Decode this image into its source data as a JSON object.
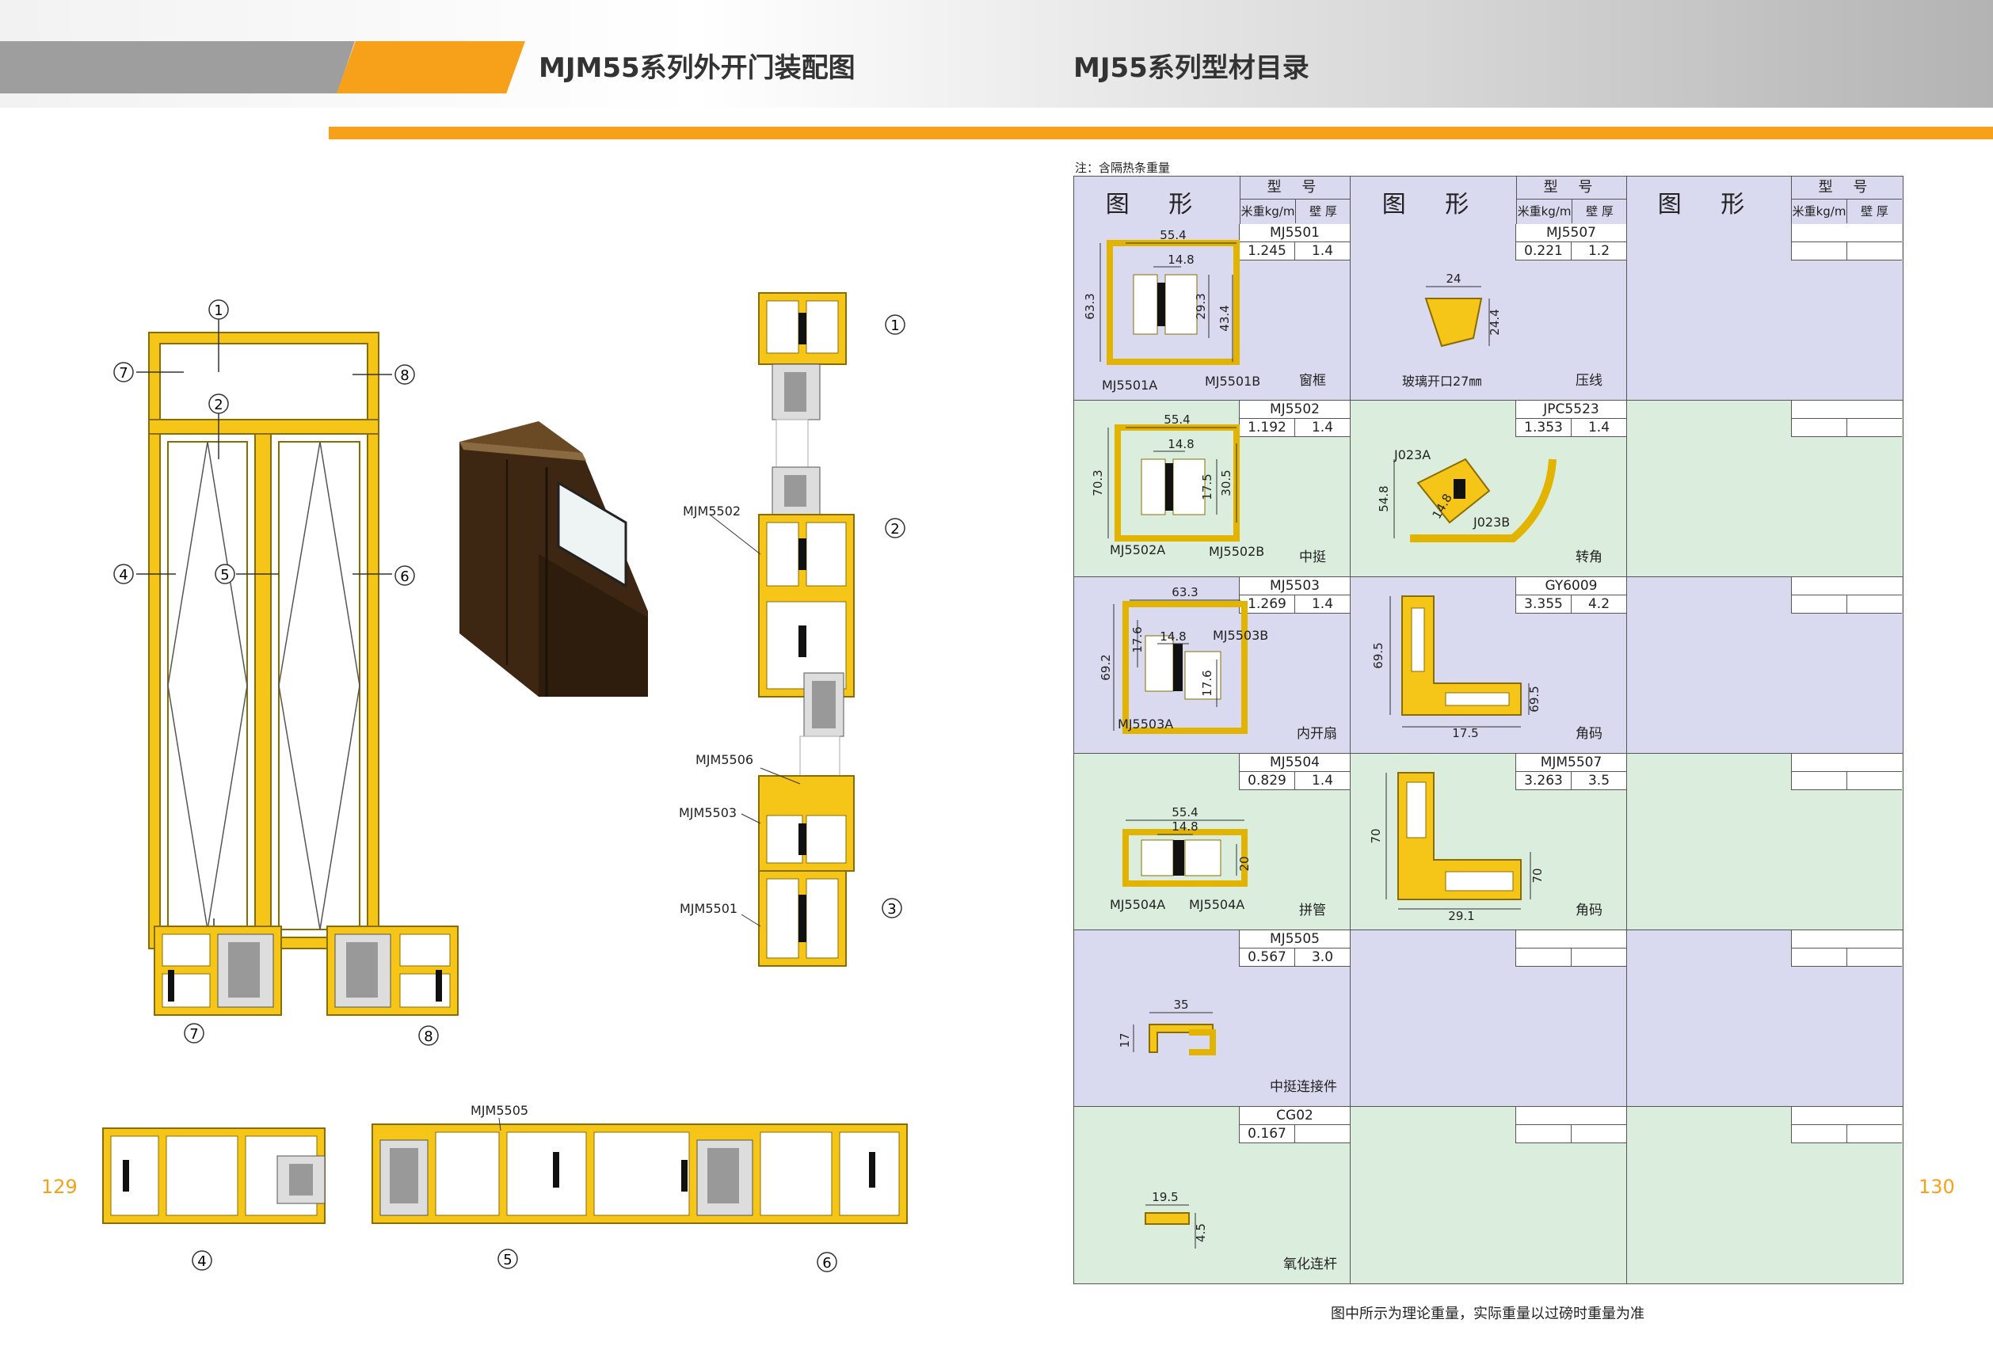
{
  "header": {
    "left_title": "MJM55系列外开门装配图",
    "right_title": "MJ55系列型材目录"
  },
  "page_numbers": {
    "left": "129",
    "right": "130"
  },
  "assembly": {
    "callouts": [
      "1",
      "2",
      "3",
      "4",
      "5",
      "6",
      "7",
      "8"
    ],
    "section_labels": [
      "MJM5502",
      "MJM5506",
      "MJM5503",
      "MJM5501",
      "MJM5505"
    ]
  },
  "catalog": {
    "note": "注：含隔热条重量",
    "header": {
      "figure": "图 形",
      "model": "型 号",
      "weight": "米重kg/m",
      "wall": "壁 厚"
    },
    "rows": [
      {
        "cells": [
          {
            "code": "MJ5501",
            "weight": "1.245",
            "wall": "1.4",
            "name": "窗框",
            "dims": [
              "55.4",
              "14.8",
              "63.3",
              "29.3",
              "43.4"
            ],
            "parts": [
              "MJ5501A",
              "MJ5501B"
            ]
          },
          {
            "code": "MJ5507",
            "weight": "0.221",
            "wall": "1.2",
            "name": "压线",
            "dims": [
              "24",
              "24.4"
            ],
            "parts": [
              "玻璃开口27㎜"
            ]
          },
          {
            "code": "",
            "weight": "",
            "wall": "",
            "name": ""
          }
        ]
      },
      {
        "cells": [
          {
            "code": "MJ5502",
            "weight": "1.192",
            "wall": "1.4",
            "name": "中挺",
            "dims": [
              "55.4",
              "14.8",
              "70.3",
              "17.5",
              "30.5"
            ],
            "parts": [
              "MJ5502A",
              "MJ5502B"
            ]
          },
          {
            "code": "JPC5523",
            "weight": "1.353",
            "wall": "1.4",
            "name": "转角",
            "dims": [
              "54.8",
              "14.8"
            ],
            "parts": [
              "J023A",
              "J023B"
            ]
          },
          {
            "code": "",
            "weight": "",
            "wall": "",
            "name": ""
          }
        ]
      },
      {
        "cells": [
          {
            "code": "MJ5503",
            "weight": "1.269",
            "wall": "1.4",
            "name": "内开扇",
            "dims": [
              "63.3",
              "17.6",
              "14.8",
              "69.2",
              "17.6"
            ],
            "parts": [
              "MJ5503B",
              "MJ5503A"
            ]
          },
          {
            "code": "GY6009",
            "weight": "3.355",
            "wall": "4.2",
            "name": "角码",
            "dims": [
              "69.5",
              "17.5",
              "69.5"
            ],
            "parts": []
          },
          {
            "code": "",
            "weight": "",
            "wall": "",
            "name": ""
          }
        ]
      },
      {
        "cells": [
          {
            "code": "MJ5504",
            "weight": "0.829",
            "wall": "1.4",
            "name": "拼管",
            "dims": [
              "55.4",
              "14.8",
              "20"
            ],
            "parts": [
              "MJ5504A",
              "MJ5504A"
            ]
          },
          {
            "code": "MJM5507",
            "weight": "3.263",
            "wall": "3.5",
            "name": "角码",
            "dims": [
              "70",
              "29.1",
              "70"
            ],
            "parts": []
          },
          {
            "code": "",
            "weight": "",
            "wall": "",
            "name": ""
          }
        ]
      },
      {
        "cells": [
          {
            "code": "MJ5505",
            "weight": "0.567",
            "wall": "3.0",
            "name": "中挺连接件",
            "dims": [
              "35",
              "17"
            ],
            "parts": []
          },
          {
            "code": "",
            "weight": "",
            "wall": "",
            "name": ""
          },
          {
            "code": "",
            "weight": "",
            "wall": "",
            "name": ""
          }
        ]
      },
      {
        "cells": [
          {
            "code": "CG02",
            "weight": "0.167",
            "wall": "",
            "name": "氧化连杆",
            "dims": [
              "19.5",
              "4.5"
            ],
            "parts": []
          },
          {
            "code": "",
            "weight": "",
            "wall": "",
            "name": ""
          },
          {
            "code": "",
            "weight": "",
            "wall": "",
            "name": ""
          }
        ]
      }
    ],
    "row_colors": [
      "#d9d9ef",
      "#dbeedd",
      "#d9d9ef",
      "#dbeedd",
      "#d9d9ef",
      "#dbeedd"
    ],
    "footer_note": "图中所示为理论重量，实际重量以过磅时重量为准"
  },
  "colors": {
    "accent": "#f7a11a",
    "profile": "#f5c518",
    "frame_dark": "#4a3118"
  }
}
